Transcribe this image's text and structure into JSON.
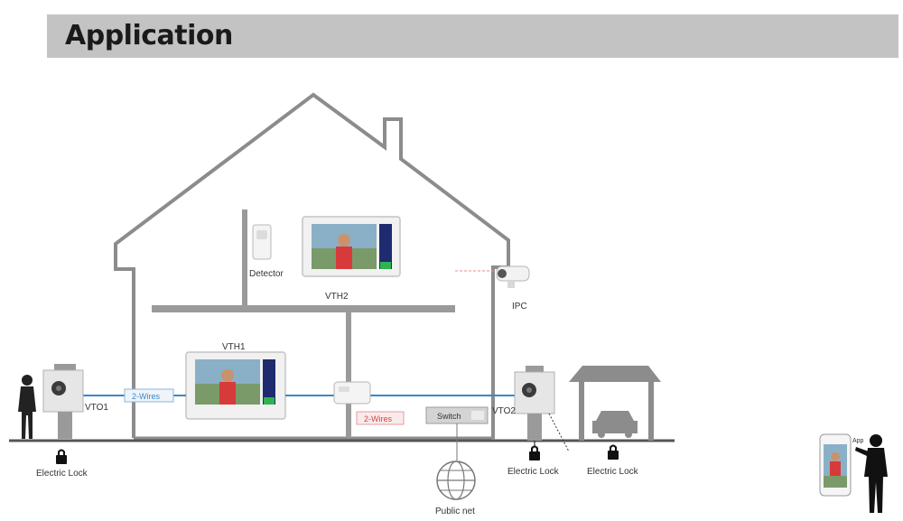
{
  "header": {
    "title": "Application"
  },
  "labels": {
    "detector": "Detector",
    "vth2": "VTH2",
    "ipc": "IPC",
    "vth1": "VTH1",
    "vto1": "VTO1",
    "vto2": "VTO2",
    "two_wires": "2-Wires",
    "two_wires_2": "2-Wires",
    "switch": "Switch",
    "electric_lock_1": "Electric Lock",
    "electric_lock_2": "Electric Lock",
    "electric_lock_3": "Electric Lock",
    "public_net": "Public net",
    "app": "App"
  },
  "colors": {
    "house_line": "#8a8a8a",
    "wire_blue": "#3d86c6",
    "wire_red": "#e05a5a",
    "screen_green": "#2fb34f",
    "screen_blue": "#1e2b6e"
  }
}
